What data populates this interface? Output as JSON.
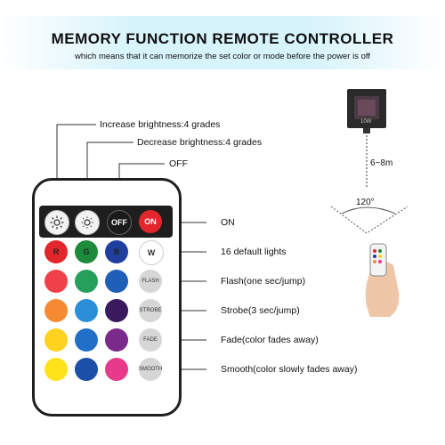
{
  "header": {
    "title": "MEMORY FUNCTION REMOTE CONTROLLER",
    "subtitle": "which means that it can memorize the set color or mode before the power is off"
  },
  "callouts": {
    "increase": "Increase brightness:4 grades",
    "decrease": "Decrease brightness:4 grades",
    "off": "OFF",
    "on": "ON",
    "default_lights": "16 default lights",
    "flash": "Flash(one sec/jump)",
    "strobe": "Strobe(3 sec/jump)",
    "fade": "Fade(color fades away)",
    "smooth": "Smooth(color slowly fades away)"
  },
  "remote": {
    "off_label": "OFF",
    "on_label": "ON",
    "r_label": "R",
    "g_label": "G",
    "b_label": "B",
    "w_label": "W",
    "flash_label": "FLASH",
    "strobe_label": "STROBE",
    "fade_label": "FADE",
    "smooth_label": "SMOOTH",
    "colors": {
      "off_btn": "#1a1a1a",
      "on_btn": "#e3262b",
      "red": "#e3262b",
      "green": "#1e8a3c",
      "blue": "#1f3f9e",
      "white": "#ffffff",
      "row1": [
        "#f0404a",
        "#25a05a",
        "#1f5fb8"
      ],
      "row2": [
        "#f58a32",
        "#2a8fd8",
        "#3a1a5e"
      ],
      "row3": [
        "#ffd21f",
        "#2070c8",
        "#7a2a8a"
      ],
      "row4": [
        "#ffe31a",
        "#1b4fa8",
        "#e83a8c"
      ]
    }
  },
  "lamp": {
    "power_label": "10W",
    "distance": "6~8m",
    "angle": "120°"
  }
}
